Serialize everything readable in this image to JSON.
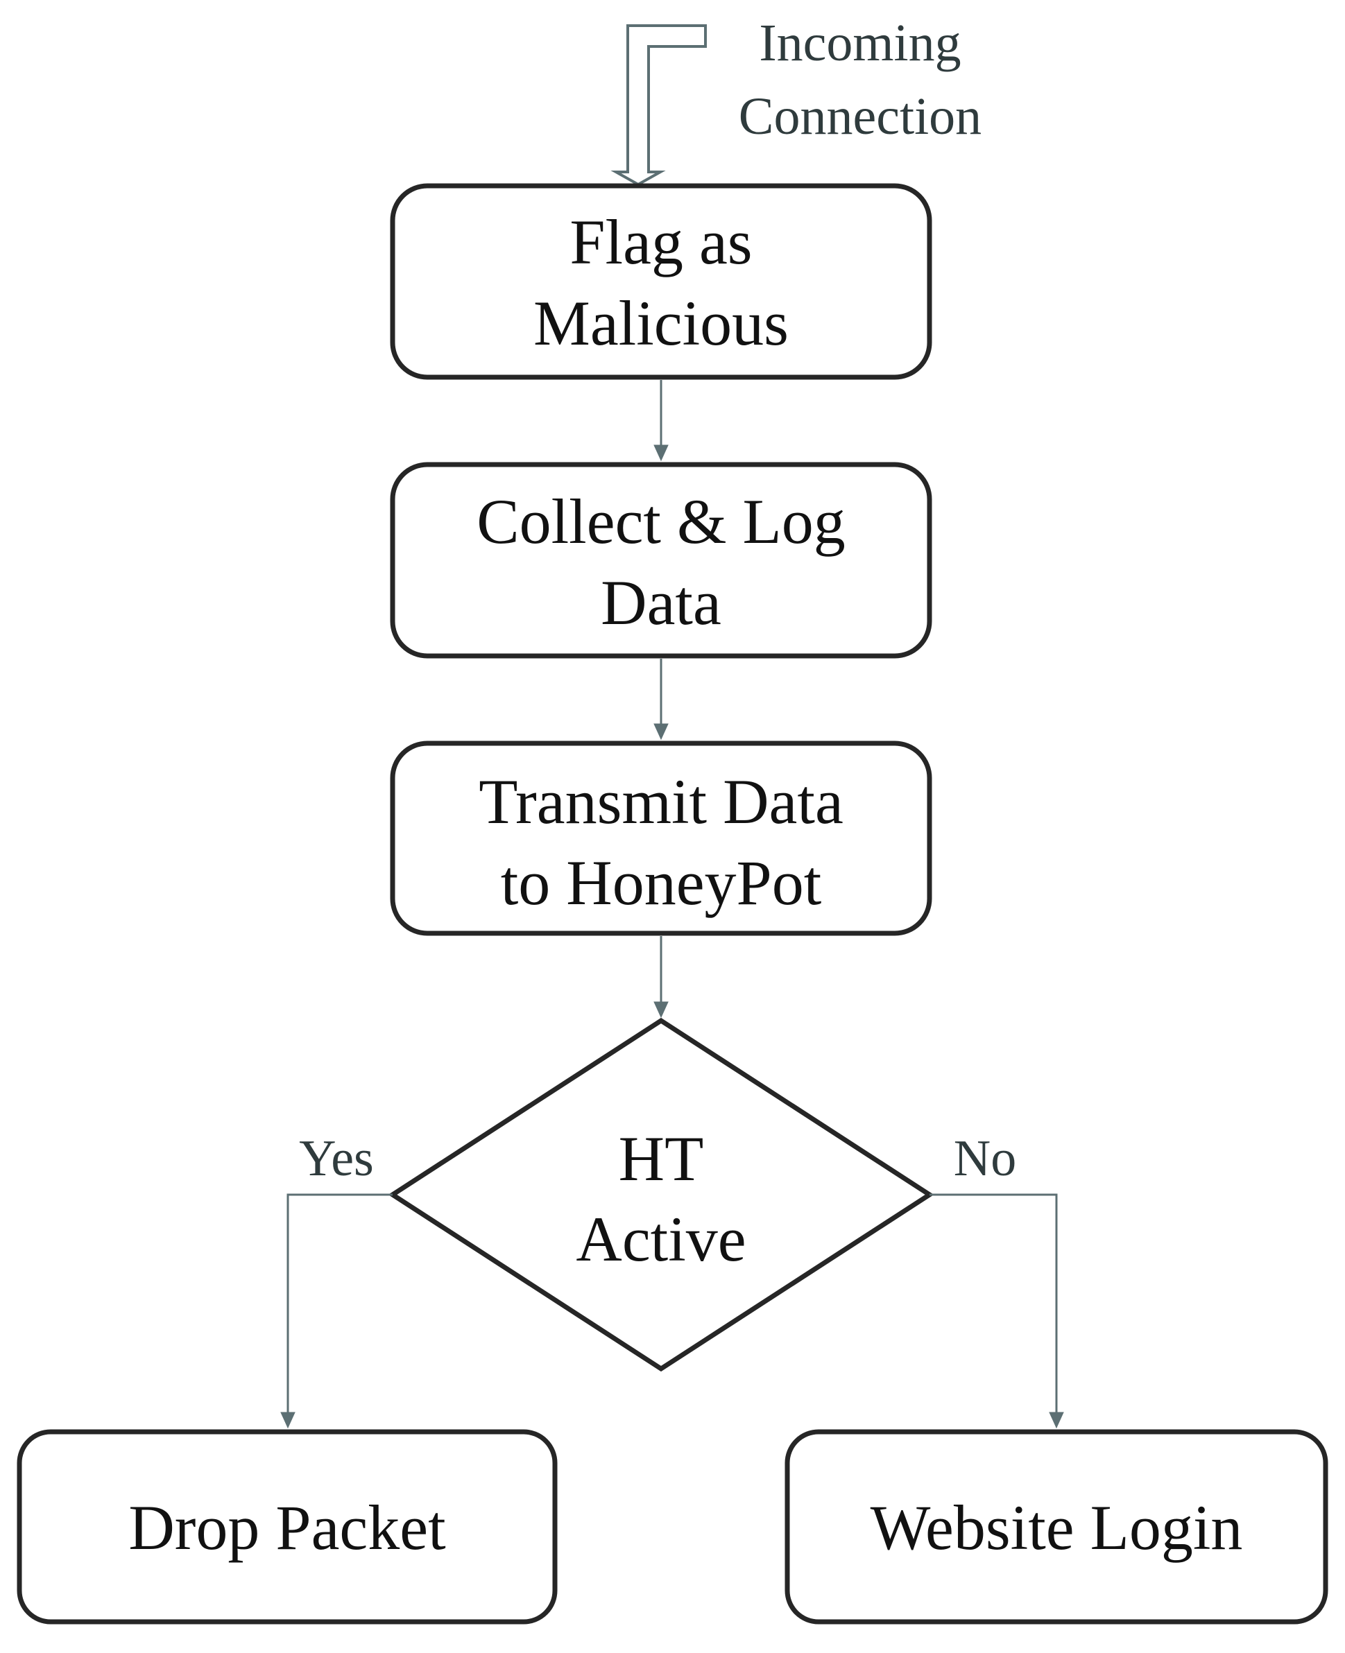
{
  "diagram": {
    "incoming": {
      "line1": "Incoming",
      "line2": "Connection"
    },
    "nodes": {
      "flag": {
        "line1": "Flag as",
        "line2": "Malicious"
      },
      "collect": {
        "line1": "Collect & Log",
        "line2": "Data"
      },
      "transmit": {
        "line1": "Transmit Data",
        "line2": "to HoneyPot"
      },
      "decision": {
        "line1": "HT",
        "line2": "Active"
      },
      "drop": {
        "label": "Drop Packet"
      },
      "login": {
        "label": "Website Login"
      }
    },
    "edges": {
      "yes": "Yes",
      "no": "No"
    }
  }
}
